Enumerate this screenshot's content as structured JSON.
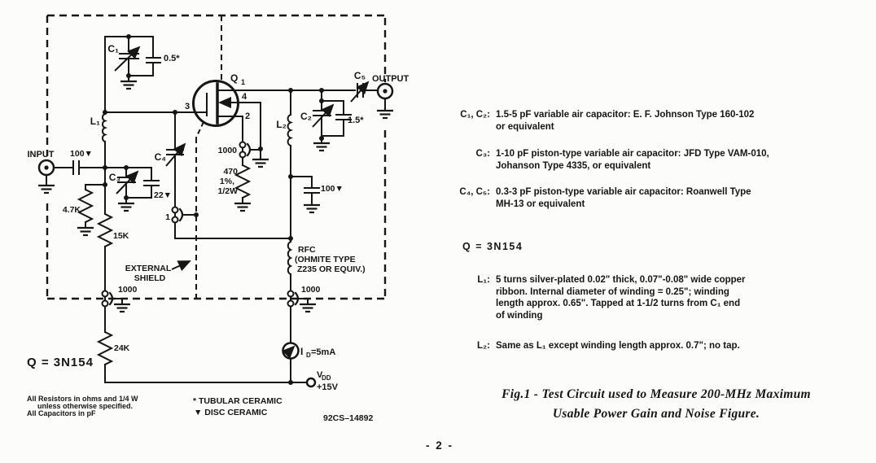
{
  "schematic": {
    "input_label": "INPUT",
    "output_label": "OUTPUT",
    "c1": "C₁",
    "c1_fixed": "0.5*",
    "c2": "C₂",
    "c2_fixed": "1.5*",
    "c3": "C₃",
    "c3_fixed": "22▼",
    "c4": "C₄",
    "c4_feedthrough": "1",
    "c5": "C₅",
    "l1": "L₁",
    "l2": "L₂",
    "input_cap": "100▼",
    "drain_cap": "100▼",
    "r_input": "4.7K",
    "r_gate": "15K",
    "r_bias": "24K",
    "r_source_1": "470",
    "r_source_2": "1%,",
    "r_source_3": "1/2W",
    "feed_source": "1000",
    "feed_bias": "1000",
    "feed_rfc": "1000",
    "q": "Q",
    "q_sub": "1",
    "pin_gate": "3",
    "pin_sub": "4",
    "pin_source": "2",
    "rfc_1": "RFC",
    "rfc_2": "(OHMITE TYPE",
    "rfc_3": "Z235 OR EQUIV.)",
    "shield_1": "EXTERNAL",
    "shield_2": "SHIELD",
    "meter_i": "I",
    "meter_sub": "D",
    "meter_val": "=5mA",
    "vdd_v": "V",
    "vdd_sub": "DD",
    "vdd_val": "+15V",
    "q_equals": "Q = 3N154",
    "note_1": "All Resistors in ohms and 1/4 W",
    "note_2": "unless otherwise specified.",
    "note_3": "All Capacitors in pF",
    "tubular_note": "* TUBULAR CERAMIC",
    "disc_note": "▼ DISC CERAMIC",
    "drawing_code": "92CS–14892"
  },
  "specs": [
    {
      "label": "C₁, C₂:",
      "lines": [
        "1.5-5 pF variable air capacitor:  E. F. Johnson Type 160-102",
        "or equivalent"
      ]
    },
    {
      "label": "C₃:",
      "lines": [
        "1-10 pF piston-type variable air capacitor: JFD Type VAM-010,",
        "Johanson Type 4335, or equivalent"
      ]
    },
    {
      "label": "C₄, C₅:",
      "lines": [
        "0.3-3 pF piston-type variable air capacitor:  Roanwell Type",
        "MH-13 or equivalent"
      ]
    }
  ],
  "q_spec": "Q = 3N154",
  "coil_specs": [
    {
      "label": "L₁:",
      "lines": [
        "5 turns silver-plated 0.02\" thick, 0.07\"-0.08\" wide copper",
        "ribbon.  Internal diameter of winding = 0.25\"; winding",
        "length approx. 0.65\".  Tapped at 1-1/2 turns from C₁ end",
        "of winding"
      ]
    },
    {
      "label": "L₂:",
      "lines": [
        "Same as L₁ except winding length approx. 0.7\"; no tap."
      ]
    }
  ],
  "caption": {
    "line1": "Fig.1 - Test Circuit used to Measure 200-MHz Maximum",
    "line2": "Usable Power Gain and Noise Figure."
  },
  "page_number": "- 2 -"
}
